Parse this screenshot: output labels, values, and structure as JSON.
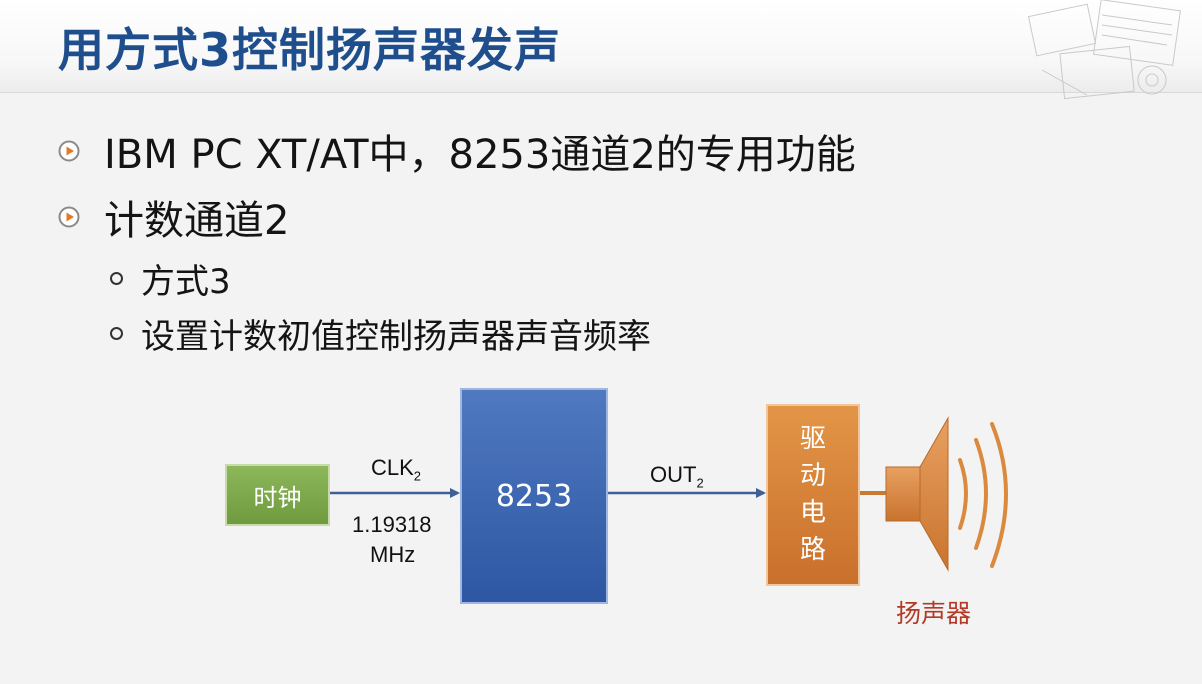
{
  "slide": {
    "title": "用方式3控制扬声器发声"
  },
  "bullets": [
    {
      "level": 1,
      "text": "IBM PC XT/AT中，8253通道2的专用功能"
    },
    {
      "level": 1,
      "text": "计数通道2"
    },
    {
      "level": 2,
      "text": "方式3"
    },
    {
      "level": 2,
      "text": "设置计数初值控制扬声器声音频率"
    }
  ],
  "diagram": {
    "clock": "时钟",
    "clk_label": "CLK",
    "clk_sub": "2",
    "freq_value": "1.19318",
    "freq_unit": "MHz",
    "chip": "8253",
    "out_label": "OUT",
    "out_sub": "2",
    "driver": [
      "驱",
      "动",
      "电",
      "路"
    ],
    "speaker": "扬声器"
  },
  "colors": {
    "title": "#1f4e8c",
    "clock_fill": "#7aa64a",
    "chip_fill": "#3b64ad",
    "driver_fill": "#d98138",
    "speaker_fill": "#d98a3f",
    "speaker_label": "#b33a26",
    "arrow": "#3f5f96"
  }
}
